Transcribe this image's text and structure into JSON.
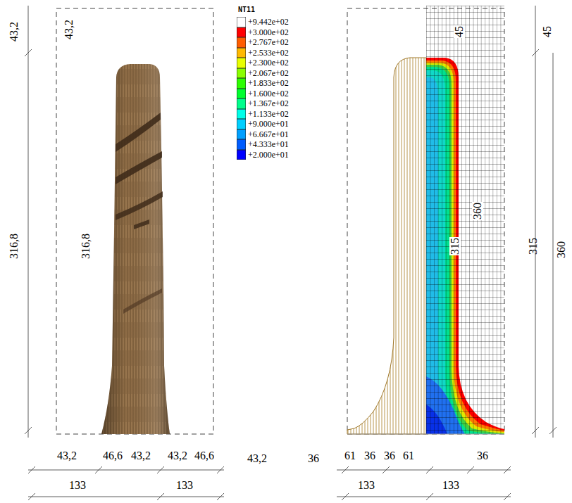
{
  "diagram": {
    "labels": [
      "43,2",
      "43,2",
      "316,8",
      "316,8",
      "NT11",
      "45",
      "45",
      "315",
      "360",
      "315",
      "360",
      "43,2",
      "46,6",
      "43,2",
      "43,2",
      "46,6",
      "43,2",
      "36",
      "61",
      "36",
      "36",
      "61",
      "36",
      "133",
      "133",
      "133",
      "133"
    ],
    "legend": [
      {
        "text": "+9.442e+02",
        "color": "#ffffff"
      },
      {
        "text": "+3.000e+02",
        "color": "#ff0000"
      },
      {
        "text": "+2.767e+02",
        "color": "#ff5d00"
      },
      {
        "text": "+2.533e+02",
        "color": "#ffb900"
      },
      {
        "text": "+2.300e+02",
        "color": "#e8ff00"
      },
      {
        "text": "+2.067e+02",
        "color": "#8bff00"
      },
      {
        "text": "+1.833e+02",
        "color": "#2eff00"
      },
      {
        "text": "+1.600e+02",
        "color": "#00ff2e"
      },
      {
        "text": "+1.367e+02",
        "color": "#00ff8b"
      },
      {
        "text": "+1.133e+02",
        "color": "#00ffe8"
      },
      {
        "text": "+9.000e+01",
        "color": "#00d0ff"
      },
      {
        "text": "+6.667e+01",
        "color": "#00a0ff"
      },
      {
        "text": "+4.333e+01",
        "color": "#005dff"
      },
      {
        "text": "+2.000e+01",
        "color": "#0000ff"
      }
    ]
  }
}
